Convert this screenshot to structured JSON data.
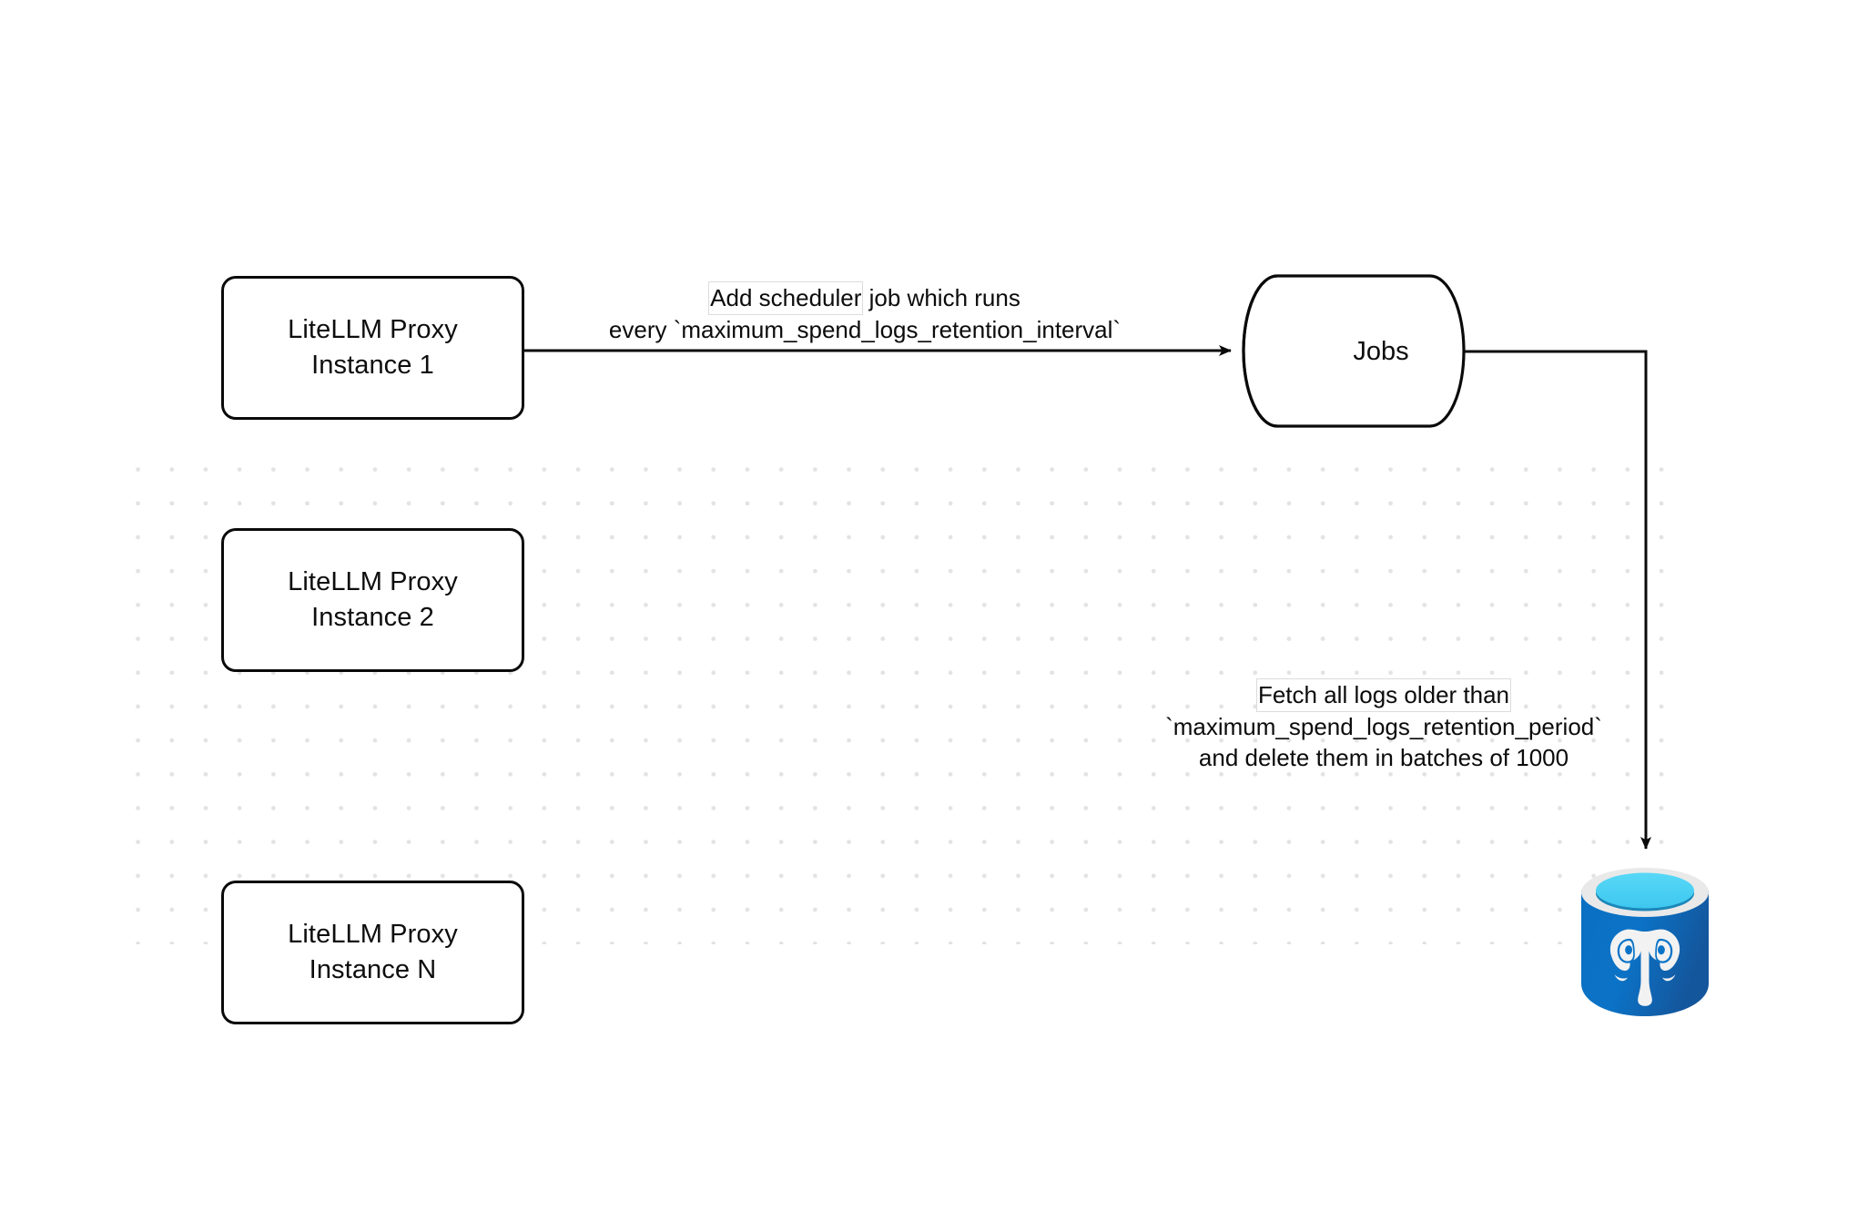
{
  "diagram": {
    "title": "LiteLLM spend logs retention scheduler flow",
    "background_color": "#ffffff",
    "grid_dot_color": "#e3e3e5",
    "stroke_color": "#0a0a0a"
  },
  "nodes": {
    "proxy_1": {
      "line1": "LiteLLM Proxy",
      "line2": "Instance 1"
    },
    "proxy_2": {
      "line1": "LiteLLM Proxy",
      "line2": "Instance 2"
    },
    "proxy_n": {
      "line1": "LiteLLM Proxy",
      "line2": "Instance N"
    },
    "jobs": {
      "label": "Jobs",
      "shape": "cylinder"
    },
    "database": {
      "icon": "postgresql-database-icon",
      "brand_color": "#0c6fc0",
      "rim_color": "#e9e9e9",
      "top_color": "#4fd2f3"
    }
  },
  "edges": {
    "scheduler": {
      "line1": "Add scheduler",
      "line1_rest": " job which runs",
      "line2": "every `maximum_spend_logs_retention_interval`",
      "from": "proxy_1",
      "to": "jobs"
    },
    "fetch": {
      "line1": "Fetch all logs older than",
      "line2": "`maximum_spend_logs_retention_period`",
      "line3": "and delete them in batches of 1000",
      "from": "jobs",
      "to": "database"
    }
  }
}
